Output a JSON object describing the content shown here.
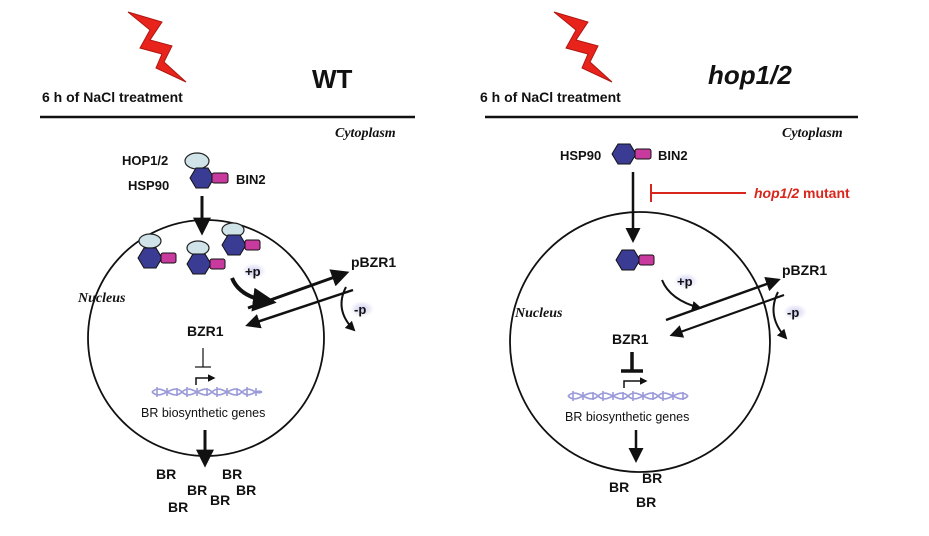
{
  "left_panel": {
    "treatment": "6 h of NaCl treatment",
    "title": "WT",
    "compartment": "Cytoplasm",
    "protein_labels": [
      "HOP1/2",
      "HSP90",
      "BIN2"
    ],
    "nucleus": "Nucleus",
    "phospho_plus": "+p",
    "phospho_minus": "-p",
    "pbzr1": "pBZR1",
    "bzr1": "BZR1",
    "genes": "BR biosynthetic genes",
    "br": [
      "BR",
      "BR",
      "BR",
      "BR",
      "BR",
      "BR"
    ]
  },
  "right_panel": {
    "treatment": "6 h of NaCl treatment",
    "title": "hop1/2",
    "compartment": "Cytoplasm",
    "protein_labels": [
      "HSP90",
      "BIN2"
    ],
    "mutant_italic": "hop1/2",
    "mutant_rest": " mutant",
    "nucleus": "Nucleus",
    "phospho_plus": "+p",
    "phospho_minus": "-p",
    "pbzr1": "pBZR1",
    "bzr1": "BZR1",
    "genes": "BR biosynthetic genes",
    "br": [
      "BR",
      "BR",
      "BR"
    ]
  },
  "colors": {
    "lightning": "#e8231c",
    "hexagon": "#3a3c94",
    "bin2": "#c83a9e",
    "hop": "#cfe3e8",
    "inhibition": "#d9261c",
    "dna": "#9a9ad8",
    "phospho_halo": "#c9c9ef"
  },
  "icons": [
    "lightning-bolt-icon",
    "dna-helix-icon"
  ]
}
